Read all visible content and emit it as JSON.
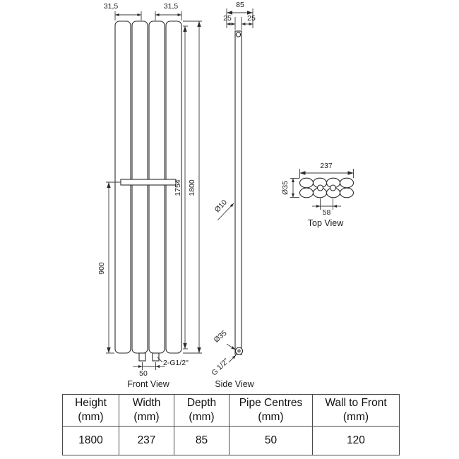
{
  "colors": {
    "line": "#2a2a2a"
  },
  "front_view": {
    "label": "Front View",
    "dim_top_left": "31,5",
    "dim_top_right": "31,5",
    "dim_height_inner": "1754",
    "dim_height_total": "1800",
    "dim_bracket_height": "900",
    "dim_pipe_centres": "50",
    "dim_connections": "2-G1/2\""
  },
  "side_view": {
    "label": "Side View",
    "dim_depth": "85",
    "dim_gap_left": "25",
    "dim_gap_right": "25",
    "dim_tube": "Ø10",
    "dim_collector": "Ø35",
    "dim_connection": "G 1/2\""
  },
  "top_view": {
    "label": "Top View",
    "dim_width": "237",
    "dim_column_pitch": "58",
    "dim_oval": "Ø35"
  },
  "table": {
    "columns": [
      {
        "label": "Height",
        "unit": "(mm)",
        "value": "1800"
      },
      {
        "label": "Width",
        "unit": "(mm)",
        "value": "237"
      },
      {
        "label": "Depth",
        "unit": "(mm)",
        "value": "85"
      },
      {
        "label": "Pipe Centres",
        "unit": "(mm)",
        "value": "50"
      },
      {
        "label": "Wall to Front",
        "unit": "(mm)",
        "value": "120"
      }
    ]
  }
}
